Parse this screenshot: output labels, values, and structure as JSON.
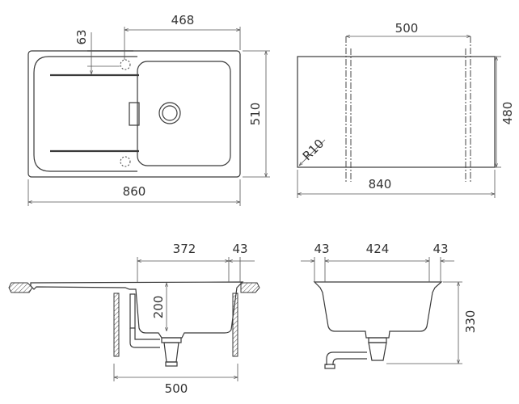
{
  "plan_view": {
    "dim_bowl_offset": "468",
    "dim_tap_hole": "63",
    "dim_depth": "510",
    "dim_width": "860"
  },
  "cutout_view": {
    "dim_cabinet": "500",
    "dim_depth": "480",
    "dim_width": "840",
    "dim_radius": "R10"
  },
  "side_section": {
    "dim_bowl_width": "372",
    "dim_rim": "43",
    "dim_bowl_depth": "200",
    "dim_cabinet": "500"
  },
  "front_section": {
    "dim_rim_left": "43",
    "dim_bowl_width": "424",
    "dim_rim_right": "43",
    "dim_total_depth": "330"
  }
}
